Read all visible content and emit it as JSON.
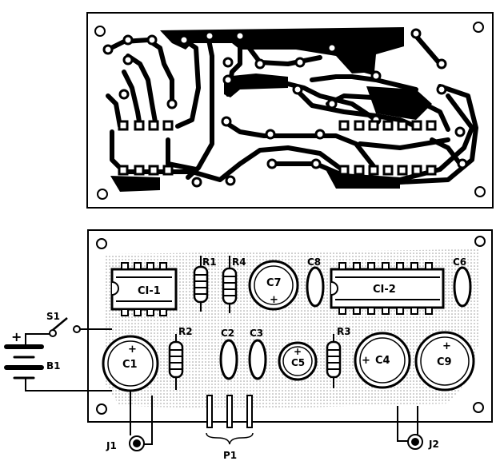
{
  "copper_layout": {
    "board": "pcb-copper-side"
  },
  "component_layout": {
    "components": {
      "ic1": "CI-1",
      "ic2": "CI-2",
      "r1": "R1",
      "r2": "R2",
      "r3": "R3",
      "r4": "R4",
      "c1": "C1",
      "c2": "C2",
      "c3": "C3",
      "c4": "C4",
      "c5": "C5",
      "c6": "C6",
      "c7": "C7",
      "c8": "C8",
      "c9": "C9"
    },
    "external": {
      "switch": "S1",
      "battery": "B1",
      "battery_plus": "+",
      "jack1": "J1",
      "jack2": "J2",
      "pot": "P1",
      "plus_sign": "+"
    }
  }
}
